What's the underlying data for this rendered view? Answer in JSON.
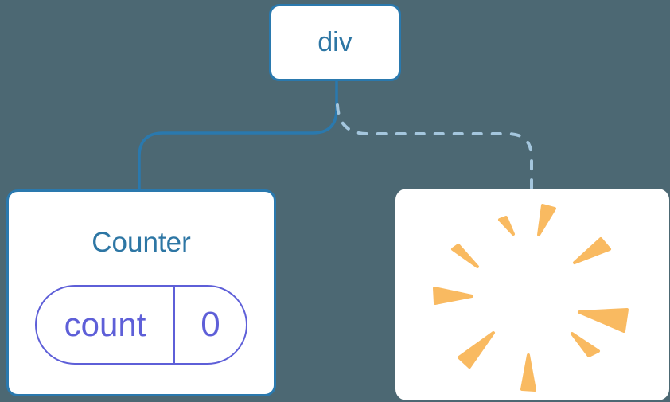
{
  "diagram": {
    "title": "react-component-tree-state-poof",
    "root": {
      "label": "div"
    },
    "counter": {
      "title": "Counter",
      "state": {
        "key": "count",
        "value": "0"
      }
    },
    "removed": {
      "icon": "poof-explosion-icon"
    },
    "links": [
      {
        "name": "link-root-to-counter",
        "style": "solid"
      },
      {
        "name": "link-root-to-removed",
        "style": "dashed"
      }
    ]
  },
  "colors": {
    "bg": "#4C6873",
    "node-bg": "#FFFFFF",
    "node-border": "#2A79AE",
    "label-blue": "#2D76A4",
    "state-purple": "#5E5FD8",
    "poof-orange": "#F9BA61",
    "link-solid": "#2A79AE",
    "link-dashed": "#A4C6DD"
  }
}
